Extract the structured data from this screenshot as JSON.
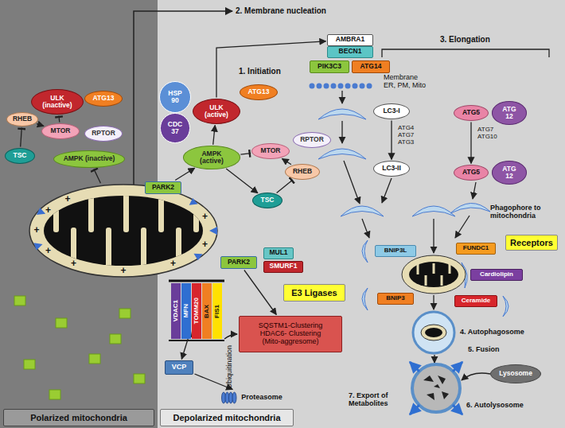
{
  "diagram": {
    "nodes": [
      {
        "text": [
          "ULK (inactive)"
        ]
      },
      {
        "text": [
          "ATG13"
        ]
      },
      {
        "text": [
          "MTOR"
        ]
      },
      {
        "text": [
          "RPTOR"
        ]
      },
      {
        "text": [
          "RHEB"
        ]
      },
      {
        "text": [
          "TSC"
        ]
      },
      {
        "text": [
          "AMPK (inactive)"
        ]
      },
      {
        "text": [
          "+",
          "+",
          "+",
          "+",
          "+",
          "+",
          "+",
          "+",
          "+"
        ]
      },
      {
        "text": [
          "PARK2"
        ]
      },
      {
        "text": [
          "HSP 90"
        ]
      },
      {
        "text": [
          "CDC 37"
        ]
      },
      {
        "text": [
          "ULK (active)"
        ]
      },
      {
        "text": [
          "ATG13"
        ]
      },
      {
        "text": [
          "AMPK (active)"
        ]
      },
      {
        "text": [
          "MTOR"
        ]
      },
      {
        "text": [
          "RPTOR"
        ]
      },
      {
        "text": [
          "RHEB"
        ]
      },
      {
        "text": [
          "TSC"
        ]
      },
      {
        "text": [
          "AMBRA1"
        ]
      },
      {
        "text": [
          "BECN1"
        ]
      },
      {
        "text": [
          "PIK3C3"
        ]
      },
      {
        "text": [
          "ATG14"
        ]
      },
      {
        "text": [
          "LC3-I"
        ]
      },
      {
        "text": [
          "LC3-II"
        ]
      },
      {
        "text": [
          "ATG5"
        ]
      },
      {
        "text": [
          "ATG 12"
        ]
      },
      {
        "text": [
          "ATG5"
        ]
      },
      {
        "text": [
          "ATG 12"
        ]
      },
      {
        "text": [
          "BNIP3L"
        ]
      },
      {
        "text": [
          "FUNDC1"
        ]
      },
      {
        "text": [
          "Cardiolipin"
        ]
      },
      {
        "text": [
          "BNIP3"
        ]
      },
      {
        "text": [
          "Ceramide"
        ]
      },
      {
        "text": [
          "Receptors"
        ]
      },
      {
        "text": [
          "Lysosome"
        ]
      },
      {
        "text": [
          "PARK2"
        ]
      },
      {
        "text": [
          "MUL1"
        ]
      },
      {
        "text": [
          "SMURF1"
        ]
      },
      {
        "text": [
          "E3 Ligases"
        ]
      },
      {
        "text": [
          "VDAC1"
        ]
      },
      {
        "text": [
          "MFN"
        ]
      },
      {
        "text": [
          "TOMM20"
        ]
      },
      {
        "text": [
          "BAX"
        ]
      },
      {
        "text": [
          "FIS1"
        ]
      },
      {
        "text": [
          "SQSTM1-Clustering HDAC6- Clustering (Mito-aggresome)"
        ]
      },
      {
        "text": [
          "VCP"
        ]
      },
      {
        "text": [
          "Proteasome"
        ]
      },
      {
        "text": [
          "Polarized mitochondria"
        ]
      },
      {
        "text": [
          "Depolarized mitochondria"
        ]
      }
    ],
    "edges": [
      {
        "from": 7,
        "to": 6,
        "arrow": "to"
      },
      {
        "from": 5,
        "to": 4,
        "arrow": "to"
      },
      {
        "from": 4,
        "to": 2,
        "arrow": "to"
      },
      {
        "from": 2,
        "to": 0,
        "arrow": "to"
      },
      {
        "from": 8,
        "to": 13,
        "arrow": "to"
      },
      {
        "from": 13,
        "to": 11,
        "arrow": "to"
      },
      {
        "from": 13,
        "to": 14,
        "arrow": "to"
      },
      {
        "from": 13,
        "to": 17,
        "arrow": "to"
      },
      {
        "from": 17,
        "to": 16,
        "arrow": "to"
      },
      {
        "from": 16,
        "to": 14,
        "arrow": "to"
      },
      {
        "from": 11,
        "to": 18,
        "arrow": "to"
      },
      {
        "from": 22,
        "to": 23,
        "arrow": "to"
      },
      {
        "from": 24,
        "to": 26,
        "arrow": "to"
      },
      {
        "from": 41,
        "to": 45,
        "arrow": "both"
      },
      {
        "from": 45,
        "to": 46,
        "arrow": "to"
      },
      {
        "from": 35,
        "to": 44,
        "arrow": "to"
      }
    ],
    "labels": [
      "2. Membrane nucleation",
      "1. Initiation",
      "Membrane ER, PM, Mito",
      "3. Elongation",
      "ATG4 ATG7 ATG3",
      "ATG7 ATG10",
      "Phagophore to mitochondria",
      "4. Autophagosome",
      "5. Fusion",
      "6. Autolysosome",
      "7. Export of Metabolites",
      "Ubiquitination"
    ]
  }
}
